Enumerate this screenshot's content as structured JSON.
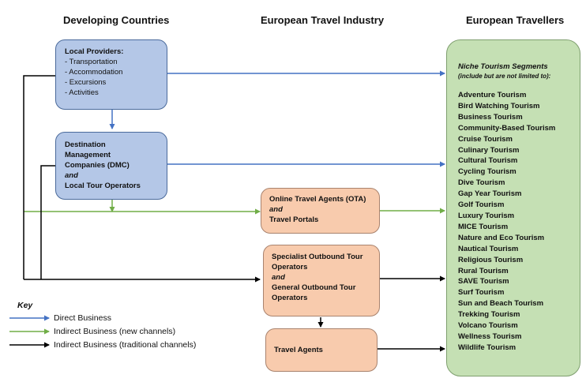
{
  "headers": {
    "developing": "Developing Countries",
    "industry": "European Travel Industry",
    "travellers": "European Travellers"
  },
  "local_providers": {
    "title": "Local Providers:",
    "items": [
      "- Transportation",
      "- Accommodation",
      "- Excursions",
      "- Activities"
    ]
  },
  "dmc": {
    "lines": [
      "Destination",
      "Management",
      "Companies (DMC)"
    ],
    "and": "and",
    "last": "Local Tour Operators"
  },
  "ota": {
    "line1": "Online Travel Agents (OTA)",
    "and": "and",
    "line2": "Travel Portals"
  },
  "specialist": {
    "lines": [
      "Specialist Outbound Tour",
      "Operators"
    ],
    "and": "and",
    "lines2": [
      "General Outbound Tour",
      "Operators"
    ]
  },
  "travel_agents": {
    "label": "Travel Agents"
  },
  "niche": {
    "title": "Niche Tourism Segments",
    "subtitle": "(include but are not limited to):",
    "items": [
      "Adventure Tourism",
      "Bird Watching Tourism",
      "Business Tourism",
      "Community-Based Tourism",
      "Cruise Tourism",
      "Culinary Tourism",
      "Cultural Tourism",
      "Cycling Tourism",
      "Dive Tourism",
      "Gap Year Tourism",
      "Golf Tourism",
      "Luxury Tourism",
      "MICE Tourism",
      "Nature and Eco Tourism",
      "Nautical Tourism",
      "Religious Tourism",
      "Rural Tourism",
      "SAVE Tourism",
      "Surf Tourism",
      "Sun and Beach Tourism",
      "Trekking Tourism",
      "Volcano Tourism",
      "Wellness Tourism",
      "Wildlife Tourism"
    ]
  },
  "key": {
    "title": "Key",
    "direct": "Direct Business",
    "indirect_new": "Indirect Business (new channels)",
    "indirect_traditional": "Indirect Business (traditional channels)"
  },
  "colors": {
    "direct": "#4472c4",
    "indirect_new": "#70ad47",
    "indirect_traditional": "#000000",
    "provider_fill": "#b4c7e7",
    "industry_fill": "#f8cbad",
    "traveller_fill": "#c5e0b4"
  }
}
